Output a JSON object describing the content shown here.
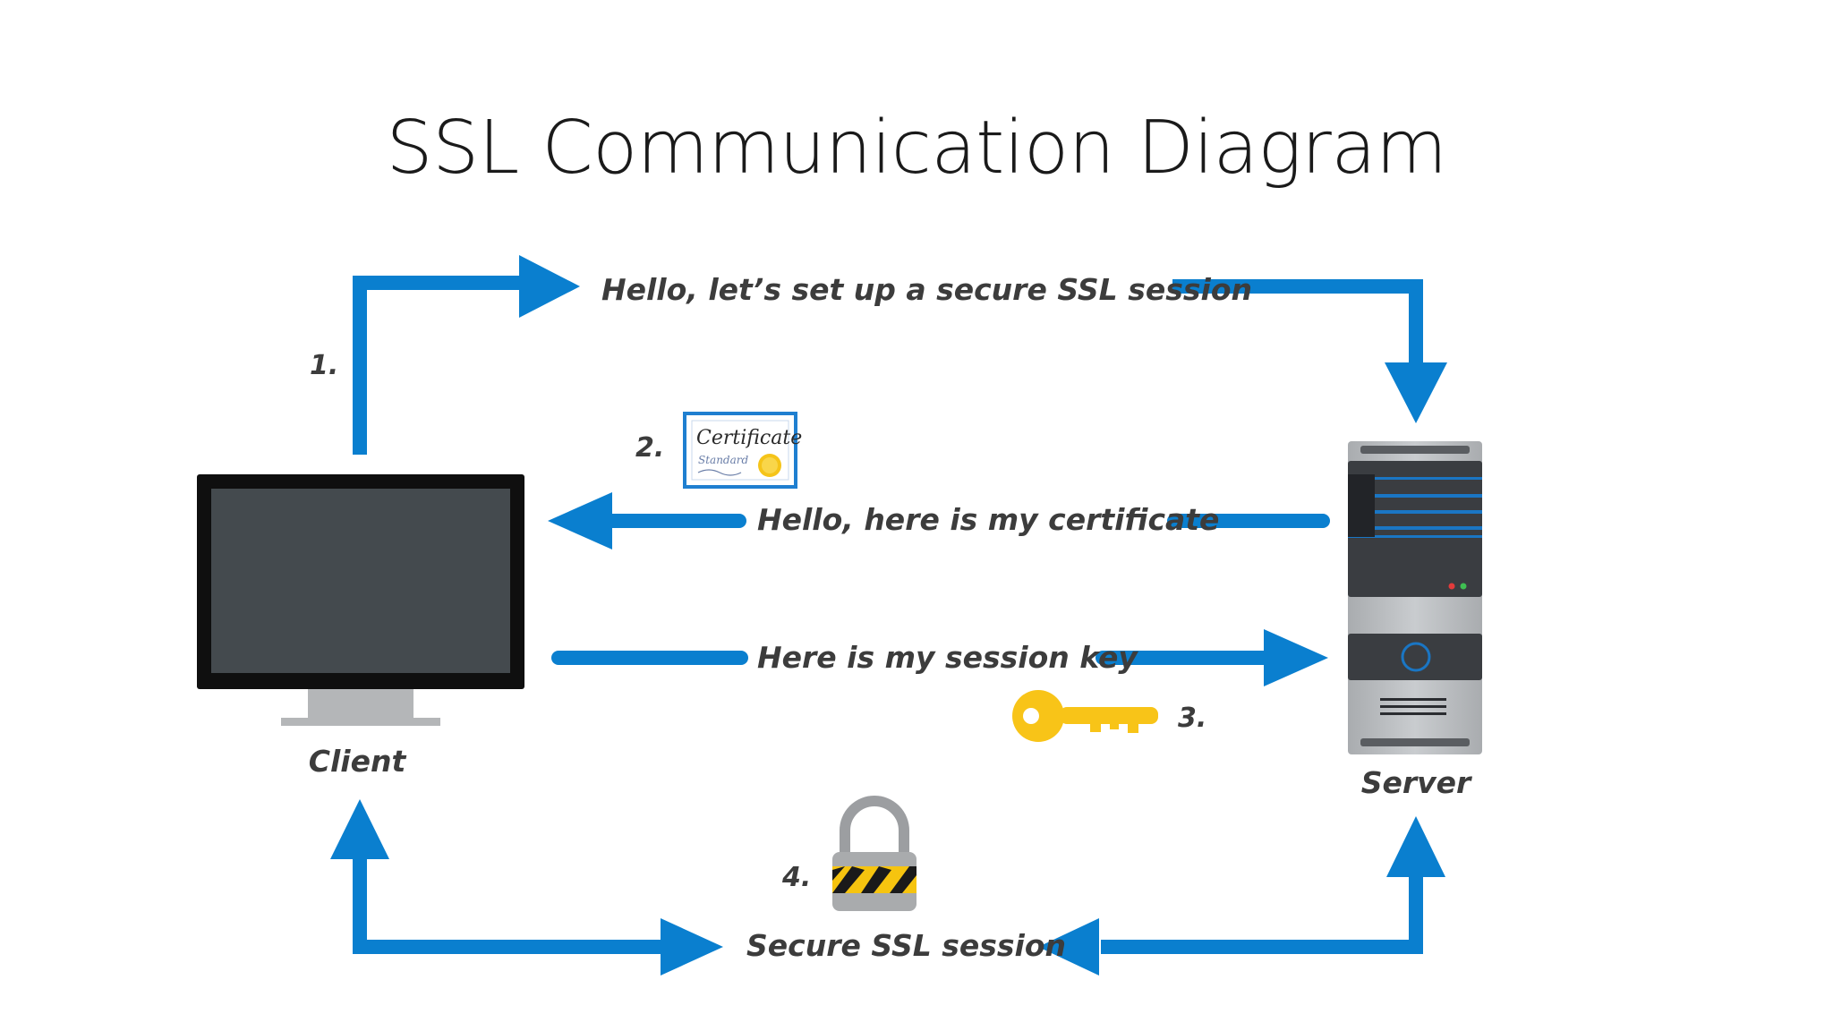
{
  "title": "SSL Communication Diagram",
  "colors": {
    "arrow": "#0a7fcf",
    "monitor_frame": "#0f0f0f",
    "monitor_screen": "#444a4e",
    "server_dark": "#3a3d41",
    "server_light": "#b9bcbf",
    "key": "#f8c418",
    "padlock_body": "#a9abad"
  },
  "nodes": {
    "client": {
      "label": "Client",
      "icon": "monitor-icon"
    },
    "server": {
      "label": "Server",
      "icon": "server-tower-icon"
    }
  },
  "steps": [
    {
      "number": "1.",
      "message": "Hello, let’s set up a secure SSL session",
      "direction": "client-to-server"
    },
    {
      "number": "2.",
      "message": "Hello, here is my certificate",
      "direction": "server-to-client",
      "icon": "certificate-icon"
    },
    {
      "number": "3.",
      "message": "Here is my session key",
      "direction": "client-to-server",
      "icon": "key-icon"
    },
    {
      "number": "4.",
      "message": "Secure SSL session",
      "direction": "bidirectional",
      "icon": "padlock-icon"
    }
  ],
  "certificate": {
    "title": "Certificate",
    "subtitle": "Standard"
  }
}
